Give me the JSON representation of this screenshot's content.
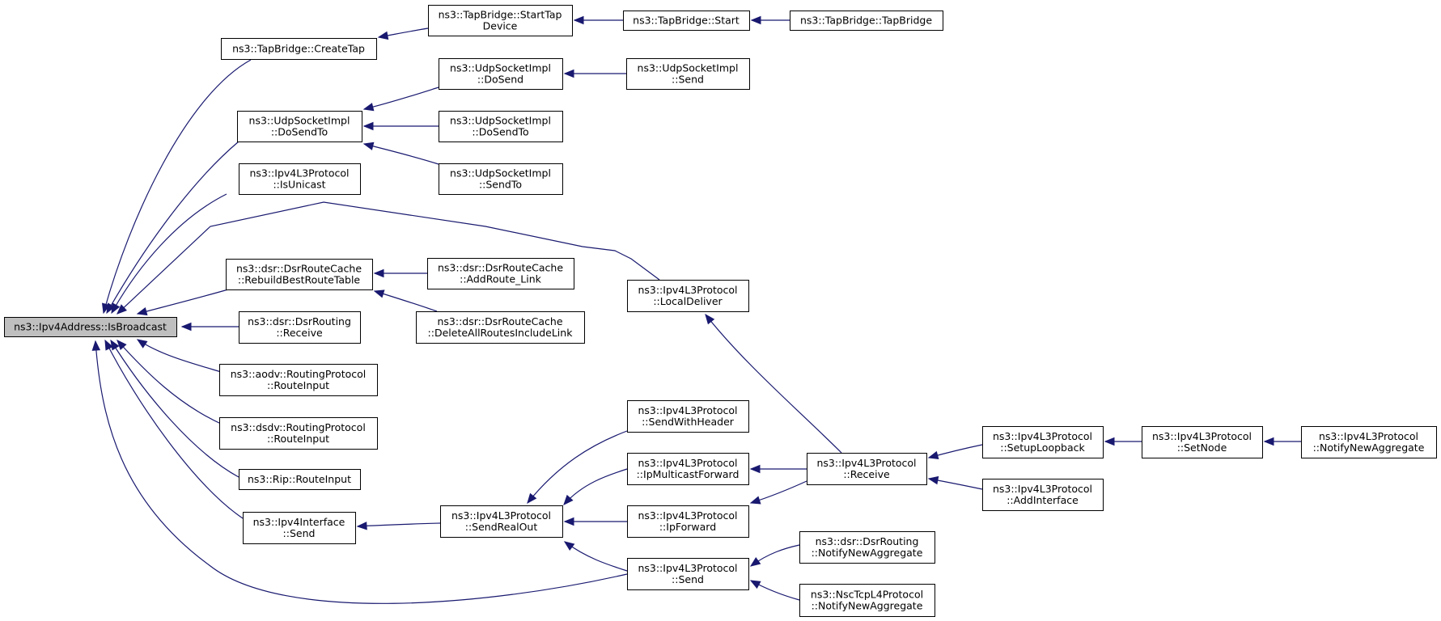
{
  "colors": {
    "edge": "#191970",
    "root_fill": "#bfbfbf",
    "node_fill": "#ffffff"
  },
  "nodes": [
    {
      "id": "root",
      "lines": [
        "ns3::Ipv4Address::IsBroadcast"
      ]
    },
    {
      "id": "createtap",
      "lines": [
        "ns3::TapBridge::CreateTap"
      ]
    },
    {
      "id": "starttap",
      "lines": [
        "ns3::TapBridge::StartTap",
        "Device"
      ]
    },
    {
      "id": "tbstart",
      "lines": [
        "ns3::TapBridge::Start"
      ]
    },
    {
      "id": "tapbridge",
      "lines": [
        "ns3::TapBridge::TapBridge"
      ]
    },
    {
      "id": "udp_dosendto",
      "lines": [
        "ns3::UdpSocketImpl",
        "::DoSendTo"
      ]
    },
    {
      "id": "udp_dosend",
      "lines": [
        "ns3::UdpSocketImpl",
        "::DoSend"
      ]
    },
    {
      "id": "udp_send",
      "lines": [
        "ns3::UdpSocketImpl",
        "::Send"
      ]
    },
    {
      "id": "udp_dosendto2",
      "lines": [
        "ns3::UdpSocketImpl",
        "::DoSendTo"
      ]
    },
    {
      "id": "udp_sendto",
      "lines": [
        "ns3::UdpSocketImpl",
        "::SendTo"
      ]
    },
    {
      "id": "isunicast",
      "lines": [
        "ns3::Ipv4L3Protocol",
        "::IsUnicast"
      ]
    },
    {
      "id": "localdeliver",
      "lines": [
        "ns3::Ipv4L3Protocol",
        "::LocalDeliver"
      ]
    },
    {
      "id": "rebuild",
      "lines": [
        "ns3::dsr::DsrRouteCache",
        "::RebuildBestRouteTable"
      ]
    },
    {
      "id": "addroute",
      "lines": [
        "ns3::dsr::DsrRouteCache",
        "::AddRoute_Link"
      ]
    },
    {
      "id": "deleteall",
      "lines": [
        "ns3::dsr::DsrRouteCache",
        "::DeleteAllRoutesIncludeLink"
      ]
    },
    {
      "id": "dsrreceive",
      "lines": [
        "ns3::dsr::DsrRouting",
        "::Receive"
      ]
    },
    {
      "id": "aodv",
      "lines": [
        "ns3::aodv::RoutingProtocol",
        "::RouteInput"
      ]
    },
    {
      "id": "dsdv",
      "lines": [
        "ns3::dsdv::RoutingProtocol",
        "::RouteInput"
      ]
    },
    {
      "id": "rip",
      "lines": [
        "ns3::Rip::RouteInput"
      ]
    },
    {
      "id": "ifsend",
      "lines": [
        "ns3::Ipv4Interface",
        "::Send"
      ]
    },
    {
      "id": "sendrealout",
      "lines": [
        "ns3::Ipv4L3Protocol",
        "::SendRealOut"
      ]
    },
    {
      "id": "sendwithheader",
      "lines": [
        "ns3::Ipv4L3Protocol",
        "::SendWithHeader"
      ]
    },
    {
      "id": "ipmcast",
      "lines": [
        "ns3::Ipv4L3Protocol",
        "::IpMulticastForward"
      ]
    },
    {
      "id": "ipfwd",
      "lines": [
        "ns3::Ipv4L3Protocol",
        "::IpForward"
      ]
    },
    {
      "id": "l3send",
      "lines": [
        "ns3::Ipv4L3Protocol",
        "::Send"
      ]
    },
    {
      "id": "l3receive",
      "lines": [
        "ns3::Ipv4L3Protocol",
        "::Receive"
      ]
    },
    {
      "id": "setuploop",
      "lines": [
        "ns3::Ipv4L3Protocol",
        "::SetupLoopback"
      ]
    },
    {
      "id": "setnode",
      "lines": [
        "ns3::Ipv4L3Protocol",
        "::SetNode"
      ]
    },
    {
      "id": "notifyagg",
      "lines": [
        "ns3::Ipv4L3Protocol",
        "::NotifyNewAggregate"
      ]
    },
    {
      "id": "addif",
      "lines": [
        "ns3::Ipv4L3Protocol",
        "::AddInterface"
      ]
    },
    {
      "id": "dsrnotify",
      "lines": [
        "ns3::dsr::DsrRouting",
        "::NotifyNewAggregate"
      ]
    },
    {
      "id": "nscnotify",
      "lines": [
        "ns3::NscTcpL4Protocol",
        "::NotifyNewAggregate"
      ]
    }
  ],
  "edges": [
    {
      "from": "createtap",
      "to": "root"
    },
    {
      "from": "udp_dosendto",
      "to": "root"
    },
    {
      "from": "isunicast",
      "to": "root"
    },
    {
      "from": "localdeliver",
      "to": "root"
    },
    {
      "from": "rebuild",
      "to": "root"
    },
    {
      "from": "dsrreceive",
      "to": "root"
    },
    {
      "from": "aodv",
      "to": "root"
    },
    {
      "from": "dsdv",
      "to": "root"
    },
    {
      "from": "rip",
      "to": "root"
    },
    {
      "from": "ifsend",
      "to": "root"
    },
    {
      "from": "l3send",
      "to": "root"
    },
    {
      "from": "starttap",
      "to": "createtap"
    },
    {
      "from": "tbstart",
      "to": "starttap"
    },
    {
      "from": "tapbridge",
      "to": "tbstart"
    },
    {
      "from": "udp_dosend",
      "to": "udp_dosendto"
    },
    {
      "from": "udp_dosendto2",
      "to": "udp_dosendto"
    },
    {
      "from": "udp_sendto",
      "to": "udp_dosendto"
    },
    {
      "from": "udp_send",
      "to": "udp_dosend"
    },
    {
      "from": "addroute",
      "to": "rebuild"
    },
    {
      "from": "deleteall",
      "to": "rebuild"
    },
    {
      "from": "l3receive",
      "to": "localdeliver"
    },
    {
      "from": "sendrealout",
      "to": "ifsend"
    },
    {
      "from": "sendwithheader",
      "to": "sendrealout"
    },
    {
      "from": "ipmcast",
      "to": "sendrealout"
    },
    {
      "from": "ipfwd",
      "to": "sendrealout"
    },
    {
      "from": "l3send",
      "to": "sendrealout"
    },
    {
      "from": "l3receive",
      "to": "ipmcast"
    },
    {
      "from": "l3receive",
      "to": "ipfwd"
    },
    {
      "from": "setuploop",
      "to": "l3receive"
    },
    {
      "from": "addif",
      "to": "l3receive"
    },
    {
      "from": "setnode",
      "to": "setuploop"
    },
    {
      "from": "notifyagg",
      "to": "setnode"
    },
    {
      "from": "dsrnotify",
      "to": "l3send"
    },
    {
      "from": "nscnotify",
      "to": "l3send"
    }
  ]
}
